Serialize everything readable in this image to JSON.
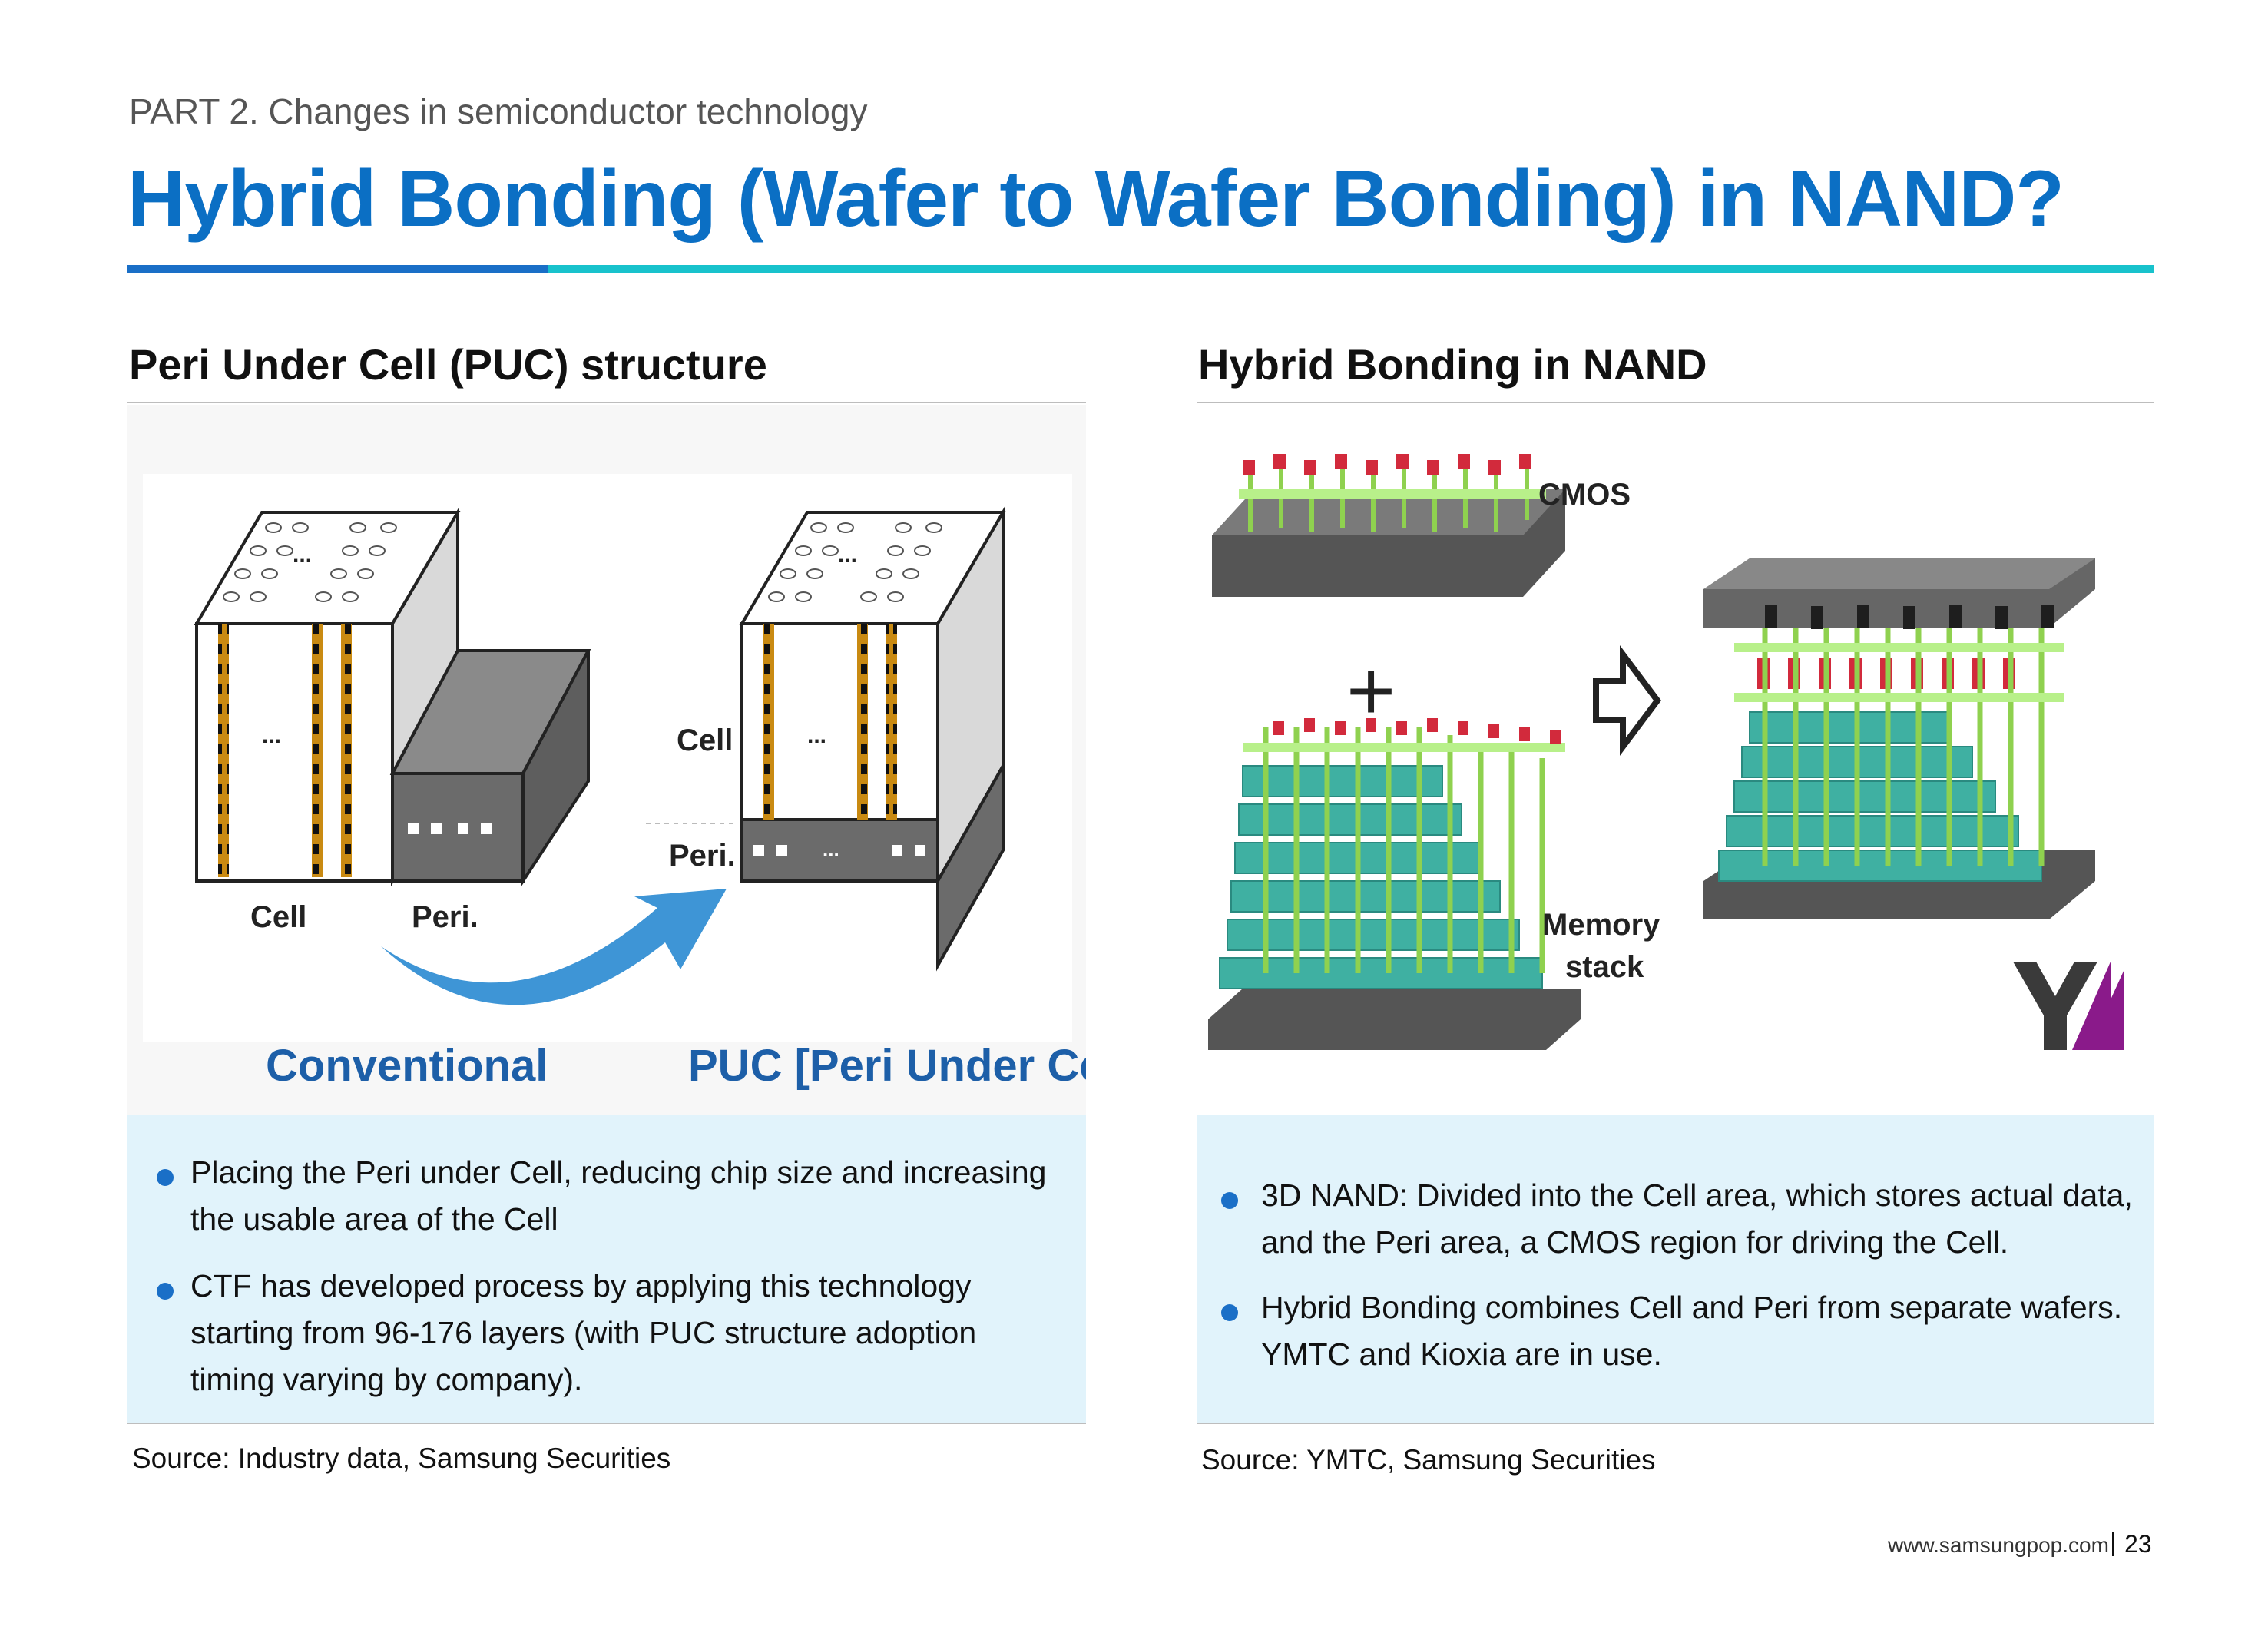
{
  "header": {
    "part_label": "PART 2. Changes in semiconductor technology",
    "title": "Hybrid Bonding (Wafer to Wafer Bonding) in NAND?"
  },
  "left": {
    "heading": "Peri Under Cell (PUC) structure",
    "figure": {
      "cell_label": "Cell",
      "peri_label": "Peri.",
      "cell_label_right": "Cell",
      "peri_label_right": "Peri.",
      "ellipsis": "...",
      "caption_left": "Conventional",
      "caption_right": "PUC [Peri Under Cell]"
    },
    "bullets": [
      {
        "line1": "Placing the Peri under Cell, reducing chip size and increasing",
        "line2": "the usable area of the Cell"
      },
      {
        "line1": "CTF has developed process by applying this technology",
        "line2": "starting from 96-176 layers (with PUC structure adoption",
        "line3": "timing varying by company)."
      }
    ],
    "source": "Source: Industry data, Samsung Securities"
  },
  "right": {
    "heading": "Hybrid Bonding in NAND",
    "figure": {
      "cmos_label": "CMOS",
      "memory_label_1": "Memory",
      "memory_label_2": "stack",
      "plus": "+"
    },
    "bullets": [
      {
        "line1": "3D NAND: Divided into the Cell area, which stores actual data,",
        "line2": "and the Peri area, a CMOS region for driving the Cell."
      },
      {
        "line1": "Hybrid Bonding combines Cell and Peri from separate wafers.",
        "line2": "YMTC and Kioxia are in use."
      }
    ],
    "source": "Source: YMTC, Samsung Securities"
  },
  "footer": {
    "url": "www.samsungpop.com",
    "page": "23"
  },
  "colors": {
    "title_blue": "#0b6fc4",
    "accent_teal": "#18c2cc",
    "bullet_box": "#e1f3fb",
    "caption_blue": "#1d5fa8",
    "ymtc_purple": "#8a1a8a"
  }
}
